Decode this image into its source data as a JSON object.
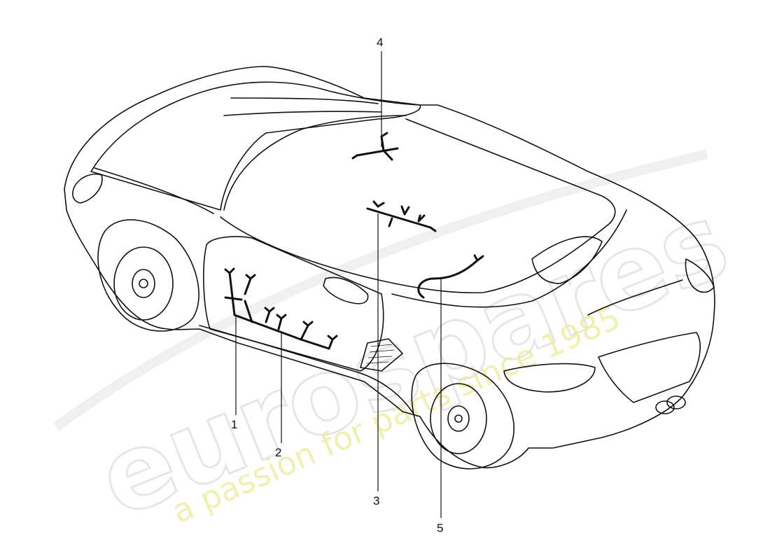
{
  "figure": {
    "type": "parts-diagram",
    "subject": "car",
    "callouts": [
      {
        "id": "1",
        "label": "1"
      },
      {
        "id": "2",
        "label": "2"
      },
      {
        "id": "3",
        "label": "3"
      },
      {
        "id": "4",
        "label": "4"
      },
      {
        "id": "5",
        "label": "5"
      }
    ]
  },
  "watermark": {
    "brand": "eurospares",
    "tagline": "a passion for parts since 1985",
    "colors": {
      "brand": "#d2d2d2",
      "tagline": "#ecec9a"
    }
  },
  "colors": {
    "line": "#111111",
    "background": "#ffffff"
  }
}
